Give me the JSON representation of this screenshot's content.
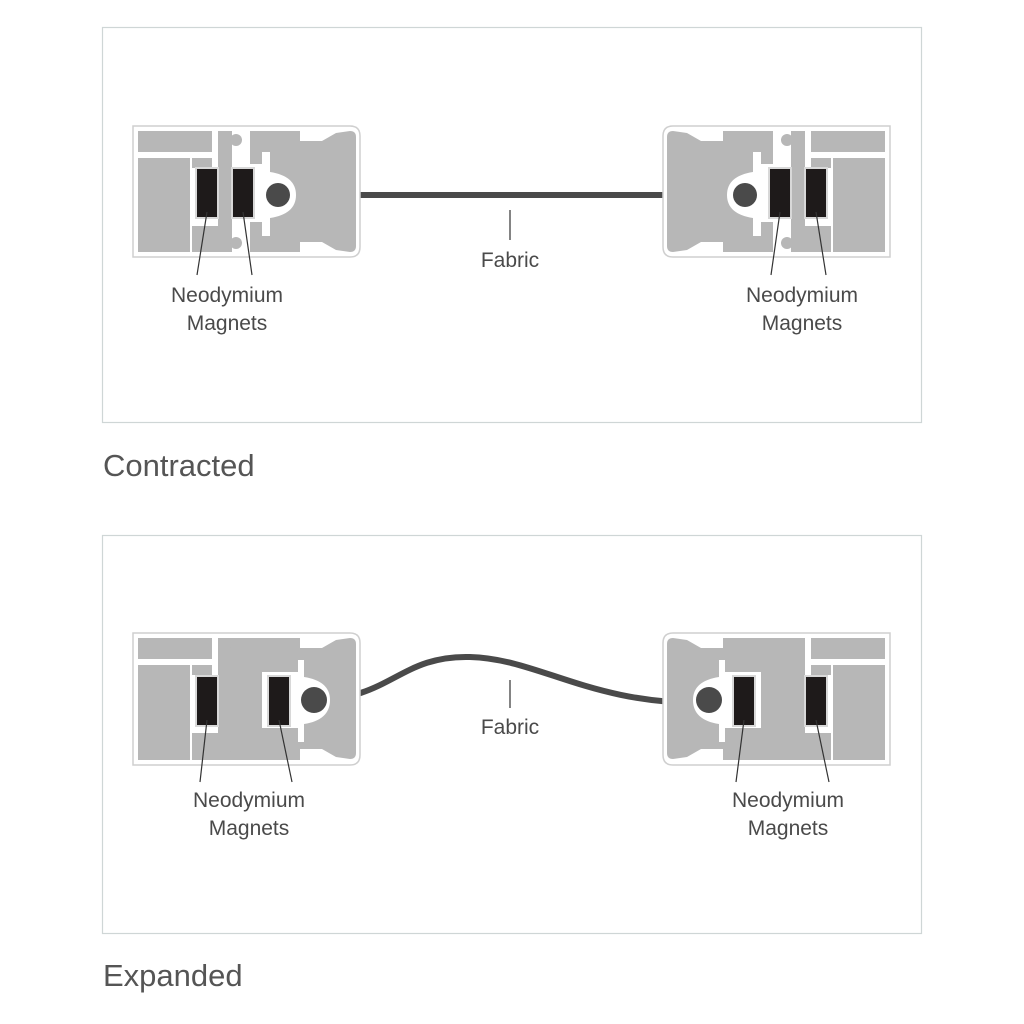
{
  "colors": {
    "profile": "#b7b7b7",
    "magnet": "#1e1a1a",
    "fabric": "#4a4a4a",
    "panel_border": "#cfd6d6"
  },
  "contracted": {
    "caption": "Contracted",
    "fabric_label": "Fabric",
    "left_label": [
      "Neodymium",
      "Magnets"
    ],
    "right_label": [
      "Neodymium",
      "Magnets"
    ]
  },
  "expanded": {
    "caption": "Expanded",
    "fabric_label": "Fabric",
    "left_label": [
      "Neodymium",
      "Magnets"
    ],
    "right_label": [
      "Neodymium",
      "Magnets"
    ]
  }
}
